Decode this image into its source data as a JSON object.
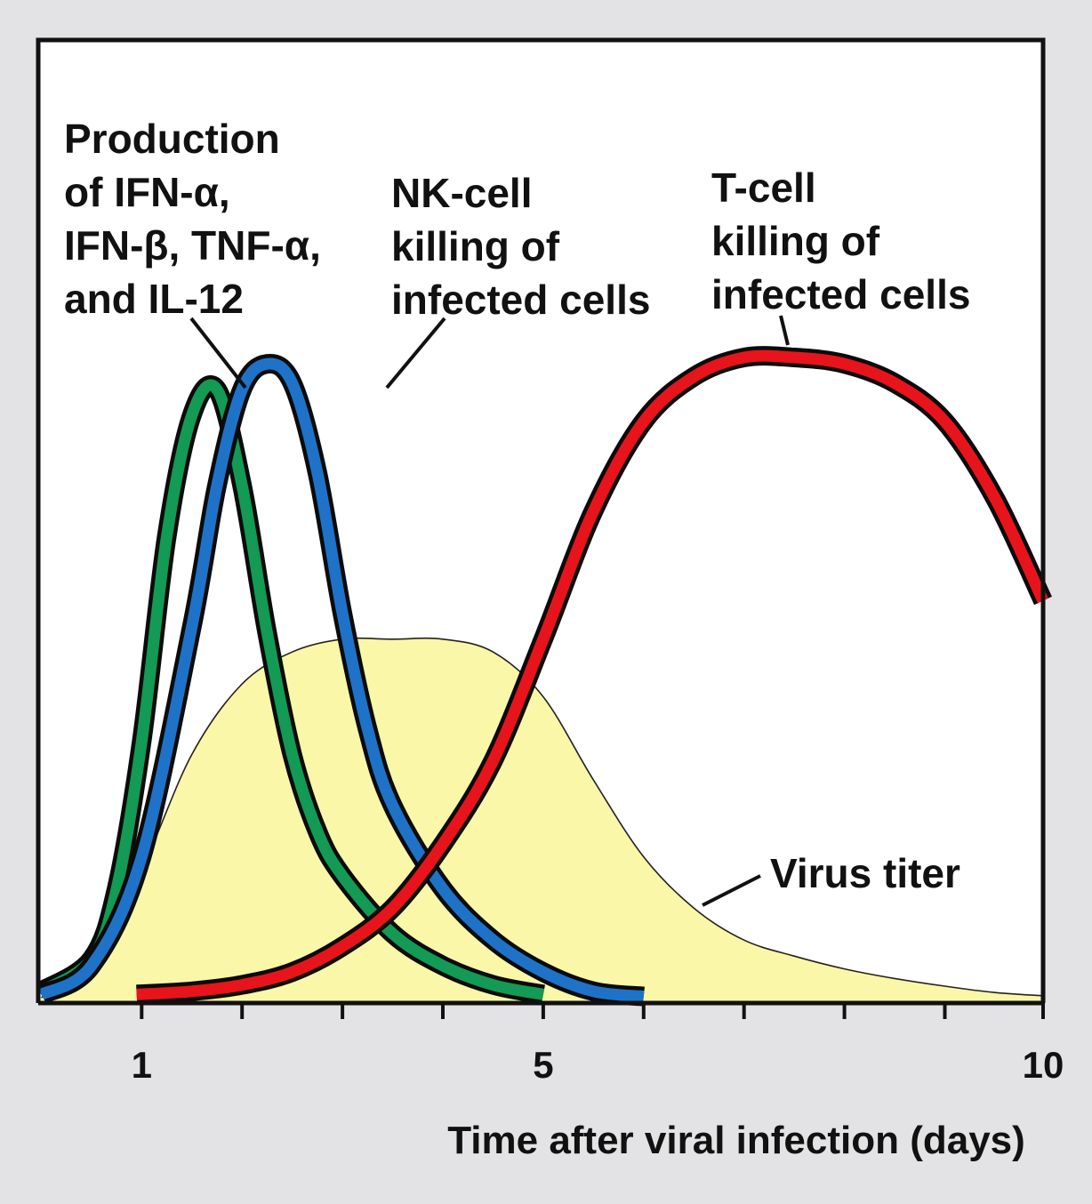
{
  "chart_data": {
    "type": "line",
    "xlabel": "Time after viral infection (days)",
    "ylabel": "",
    "xlim": [
      -0.05,
      10
    ],
    "ylim": [
      0,
      1
    ],
    "x_ticks": [
      1,
      2,
      3,
      4,
      5,
      6,
      7,
      8,
      9,
      10
    ],
    "x_tick_labels": [
      "1",
      "",
      "",
      "",
      "5",
      "",
      "",
      "",
      "",
      "10"
    ],
    "grid": false,
    "series": [
      {
        "name": "Virus titer",
        "label": [
          "Virus titer"
        ],
        "render": "area",
        "color": "#fbf7a8",
        "edge_color": "#222222",
        "x": [
          0.0,
          0.5,
          1.0,
          1.5,
          2.0,
          2.5,
          3.0,
          3.5,
          4.0,
          4.5,
          5.0,
          5.5,
          6.0,
          6.5,
          7.0,
          7.5,
          8.0,
          8.5,
          9.0,
          9.5,
          10.0
        ],
        "y": [
          0.0,
          0.06,
          0.2,
          0.38,
          0.49,
          0.54,
          0.56,
          0.56,
          0.56,
          0.54,
          0.47,
          0.34,
          0.22,
          0.14,
          0.09,
          0.065,
          0.045,
          0.03,
          0.018,
          0.008,
          0.003
        ]
      },
      {
        "name": "IFN / TNF / IL-12 production",
        "label": [
          "Production",
          "of IFN-α,",
          "IFN-β, TNF-α,",
          "and IL-12"
        ],
        "render": "line",
        "color": "#139a55",
        "x": [
          0.0,
          0.5,
          0.75,
          1.0,
          1.25,
          1.5,
          1.75,
          2.0,
          2.25,
          2.5,
          2.75,
          3.0,
          3.5,
          4.0,
          4.5,
          5.0
        ],
        "y": [
          0.01,
          0.06,
          0.17,
          0.4,
          0.72,
          0.91,
          0.95,
          0.8,
          0.57,
          0.38,
          0.26,
          0.19,
          0.1,
          0.05,
          0.02,
          0.005
        ]
      },
      {
        "name": "NK-cell killing",
        "label": [
          "NK-cell",
          "killing of",
          "infected cells"
        ],
        "render": "line",
        "color": "#1e73c8",
        "x": [
          0.0,
          0.5,
          1.0,
          1.5,
          1.75,
          2.0,
          2.25,
          2.5,
          2.75,
          3.0,
          3.25,
          3.5,
          4.0,
          4.5,
          5.0,
          5.5,
          6.0
        ],
        "y": [
          0.005,
          0.05,
          0.22,
          0.58,
          0.8,
          0.95,
          0.99,
          0.96,
          0.82,
          0.6,
          0.42,
          0.3,
          0.17,
          0.09,
          0.04,
          0.01,
          0.002
        ]
      },
      {
        "name": "T-cell killing",
        "label": [
          "T-cell",
          "killing of",
          "infected cells"
        ],
        "render": "line",
        "color": "#e8141b",
        "x": [
          0.95,
          1.5,
          2.0,
          2.5,
          3.0,
          3.5,
          4.0,
          4.5,
          5.0,
          5.5,
          6.0,
          6.5,
          7.0,
          7.5,
          8.0,
          8.5,
          9.0,
          9.5,
          10.0
        ],
        "y": [
          0.005,
          0.01,
          0.02,
          0.04,
          0.08,
          0.14,
          0.24,
          0.37,
          0.56,
          0.76,
          0.9,
          0.97,
          1.0,
          1.0,
          0.99,
          0.96,
          0.9,
          0.78,
          0.62
        ]
      }
    ]
  }
}
